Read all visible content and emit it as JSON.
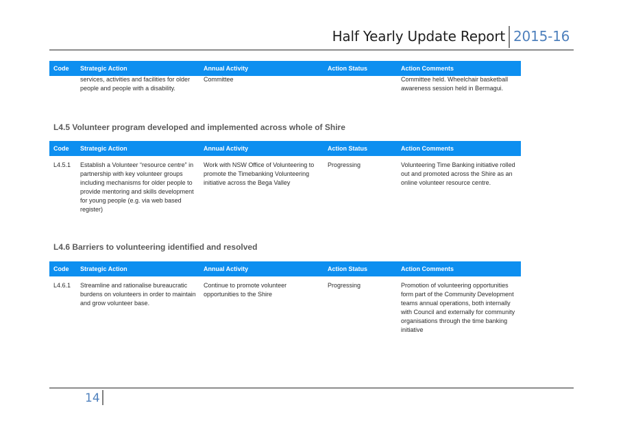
{
  "header": {
    "title": "Half Yearly Update Report",
    "year": "2015-16"
  },
  "columns": {
    "code": "Code",
    "strategic_action": "Strategic Action",
    "annual_activity": "Annual Activity",
    "action_status": "Action Status",
    "action_comments": "Action Comments"
  },
  "table1": {
    "row": {
      "code": "",
      "strategic_action": "services, activities and facilities for older people and people with a disability.",
      "annual_activity": "Committee",
      "action_status": "",
      "action_comments": "Committee held.  Wheelchair basketball awareness session held in Bermagui."
    }
  },
  "section2": {
    "heading": "L4.5 Volunteer program developed and implemented across whole of Shire",
    "row": {
      "code": "L4.5.1",
      "strategic_action": "Establish a Volunteer “resource centre” in partnership with key volunteer groups including mechanisms for older people to provide mentoring and skills development for young people (e.g. via web based register)",
      "annual_activity": "Work with NSW Office of Volunteering to promote the Timebanking Volunteering initiative across the Bega Valley",
      "action_status": "Progressing",
      "action_comments": "Volunteering Time Banking initiative rolled out and promoted across the Shire as an online volunteer resource centre."
    }
  },
  "section3": {
    "heading": "L4.6 Barriers to volunteering identified and resolved",
    "row": {
      "code": "L4.6.1",
      "strategic_action": "Streamline and rationalise bureaucratic burdens on volunteers in order to maintain and grow volunteer base.",
      "annual_activity": "Continue to promote volunteer opportunities to the Shire",
      "action_status": "Progressing",
      "action_comments": "Promotion of volunteering opportunities form part of the Community Development teams annual operations, both internally with Council and externally for community organisations through the time banking initiative"
    }
  },
  "footer": {
    "page_number": "14"
  }
}
